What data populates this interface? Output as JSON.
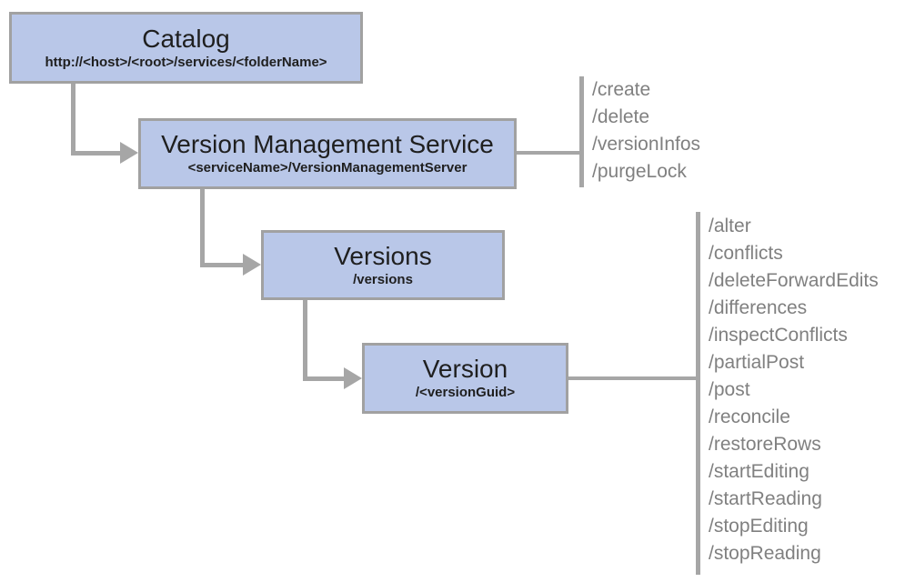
{
  "nodes": {
    "catalog": {
      "title": "Catalog",
      "subtitle": "http://<host>/<root>/services/<folderName>"
    },
    "version_management_service": {
      "title": "Version Management Service",
      "subtitle": "<serviceName>/VersionManagementServer"
    },
    "versions": {
      "title": "Versions",
      "subtitle": "/versions"
    },
    "version": {
      "title": "Version",
      "subtitle": "/<versionGuid>"
    }
  },
  "operations": {
    "version_management_service": {
      "items": [
        "/create",
        "/delete",
        "/versionInfos",
        "/purgeLock"
      ]
    },
    "version": {
      "items": [
        "/alter",
        "/conflicts",
        "/deleteForwardEdits",
        "/differences",
        "/inspectConflicts",
        "/partialPost",
        "/post",
        "/reconcile",
        "/restoreRows",
        "/startEditing",
        "/startReading",
        "/stopEditing",
        "/stopReading"
      ]
    }
  },
  "colors": {
    "node_fill": "#b9c7e8",
    "node_border": "#a1a1a1",
    "connector": "#a6a6a6",
    "operations_text": "#808080",
    "node_text": "#1f1f1f",
    "background": "#ffffff"
  }
}
